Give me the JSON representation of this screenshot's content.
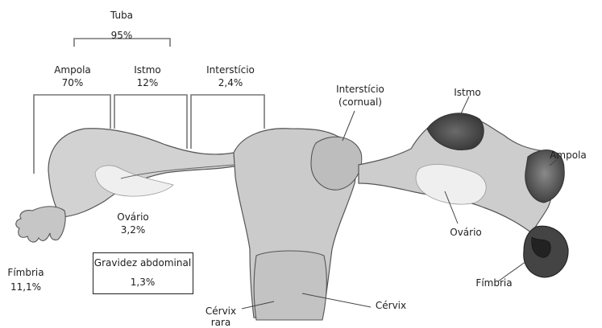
{
  "labels": {
    "tuba_title": "Tuba",
    "tuba_value": "95%",
    "ampola_left_name": "Ampola",
    "ampola_left_value": "70%",
    "istmo_left_name": "Istmo",
    "istmo_left_value": "12%",
    "intersticio_left_name": "Interstício",
    "intersticio_left_value": "2,4%",
    "intersticio_right_line1": "Interstício",
    "intersticio_right_line2": "(cornual)",
    "istmo_right": "Istmo",
    "ampola_right": "Ampola",
    "ovario_left_name": "Ovário",
    "ovario_left_value": "3,2%",
    "ovario_right": "Ovário",
    "fimbria_left_name": "Fímbria",
    "fimbria_left_value": "11,1%",
    "fimbria_right": "Fímbria",
    "abdominal_title": "Gravidez abdominal",
    "abdominal_value": "1,3%",
    "cervix_right": "Cérvix",
    "cervix_left_line1": "Cérvix",
    "cervix_left_line2": "rara"
  },
  "colors": {
    "tissue": "#cfcfcf",
    "tissue_light": "#e6e6e6",
    "ovary": "#f2f2f2",
    "outline": "#555555",
    "dark_tube": "#5a5a5a",
    "bracket": "#777777"
  }
}
